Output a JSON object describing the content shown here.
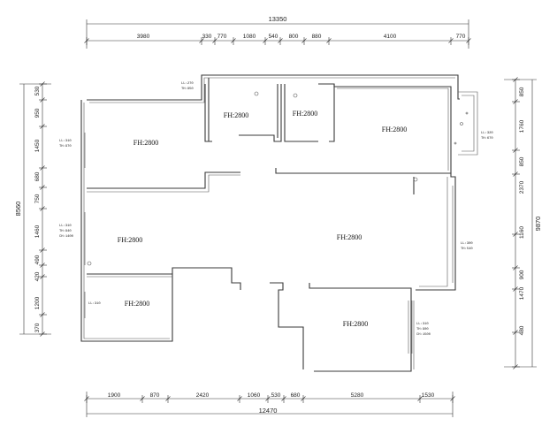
{
  "dimensions": {
    "top_total": "13350",
    "top_segments": [
      "3980",
      "330",
      "770",
      "1080",
      "540",
      "800",
      "880",
      "4100",
      "770"
    ],
    "bottom_total": "12470",
    "bottom_segments": [
      "1900",
      "870",
      "2420",
      "1060",
      "530",
      "680",
      "5280",
      "1530"
    ],
    "left_total": "8560",
    "left_segments": [
      "530",
      "950",
      "1450",
      "680",
      "750",
      "1460",
      "490",
      "420",
      "1200",
      "370"
    ],
    "right_total": "9870",
    "right_segments": [
      "850",
      "1760",
      "850",
      "2370",
      "1160",
      "900",
      "1470",
      "480"
    ]
  },
  "rooms": {
    "bedroom_nw": "FH:2800",
    "bath_1": "FH:2800",
    "bath_2": "FH:2800",
    "bedroom_ne": "FH:2800",
    "dining": "FH:2800",
    "living": "FH:2800",
    "bedroom_sw": "FH:2800",
    "bedroom_se": "FH:2800"
  },
  "notes": {
    "top_window": [
      "LL:270",
      "TH:950"
    ],
    "balcony_window": [
      "LL:320",
      "TH:670"
    ],
    "west_window_1": [
      "LL:310",
      "TH:970"
    ],
    "west_window_2": [
      "LL:310",
      "TH:940",
      "CH:1400"
    ],
    "west_window_3": [
      "LL:310"
    ],
    "east_window": [
      "LL:300",
      "TH:540"
    ],
    "south_window": [
      "LL:310",
      "TH:900",
      "CH:1500"
    ]
  },
  "colors": {
    "line": "#333333",
    "background": "#ffffff"
  }
}
